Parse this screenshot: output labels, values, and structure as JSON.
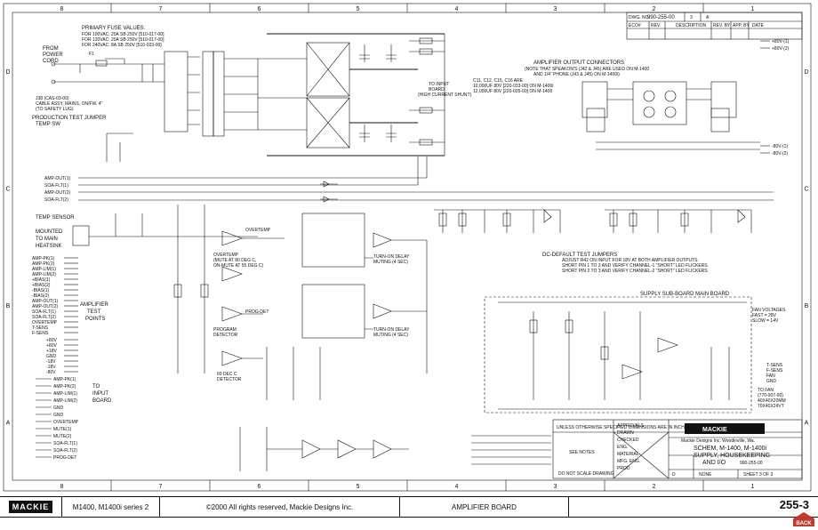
{
  "zones": {
    "columns": [
      "8",
      "7",
      "6",
      "5",
      "4",
      "3",
      "2",
      "1"
    ],
    "rows": [
      "D",
      "C",
      "B",
      "A"
    ]
  },
  "title_block": {
    "dwg_no_label": "DWG. NO.",
    "dwg_no": "990-255-00",
    "sht": "3",
    "rev": "A",
    "revisions_header": [
      "ECO#",
      "REV.",
      "DESCRIPTION",
      "REV. BY",
      "APP. BY",
      "DATE"
    ],
    "company": "Mackie Designs Inc.  Woodinville, Wa.",
    "title_lines": [
      "SCHEM, M-1400, M-1400i",
      "SUPPLY, HOUSEKEEPING",
      "AND I/O"
    ],
    "size": "D",
    "scale": "NONE",
    "sheet": "SHEET 3 OF 3",
    "do_not_scale": "DO NOT SCALE DRAWING",
    "approvals": [
      "APPROVALS",
      "DRAWN",
      "CHECKED",
      "ENG.",
      "MATERIAL",
      "MFG. ENG.",
      "PROD"
    ],
    "sec_notes": "SEE NOTES",
    "unless_note": "UNLESS OTHERWISE SPECIFIED DIMENSIONS ARE IN INCHES"
  },
  "notes": {
    "fuse_title": "PRIMARY FUSE VALUES:",
    "fuse_lines": [
      "FOR 100VAC:  20A SB 250V [510-017-00]",
      "FOR 120VAC:  20A SB 250V [510-017-00]",
      "FOR 240VAC:   8A SB 250V [510-023-00]"
    ],
    "from_cord": [
      "FROM",
      "POWER",
      "CORD"
    ],
    "fuse_ref": "F1",
    "cable_note": [
      "J38 (CAS-03-00)",
      "CABLE ASSY, MAINS, ON/FW. 4\"",
      "(TO SAFETY LUG)"
    ],
    "ptj": "PRODUCTION TEST JUMPER",
    "temp_sw": "TEMP SW",
    "temp_sensor": "TEMP SENSOR",
    "mounted": [
      "MOUNTED",
      "TO MAIN",
      "HEATSINK"
    ],
    "amp_test": [
      "AMPLIFIER",
      "TEST",
      "POINTS"
    ],
    "to_input": [
      "TO",
      "INPUT",
      "BOARD"
    ],
    "to_input_right": [
      "TO INPUT",
      "BOARD",
      "(HIGH CURRENT SHUNT)"
    ],
    "out_conn_title": "AMPLIFIER OUTPUT CONNECTORS",
    "out_conn_note": [
      "(NOTE THAT SPEAKON'S (J42 & J45) ARE USED ON M-1400",
      "AND 1/4\" PHONE (J43 & J45) ON M-1400i)"
    ],
    "cap_note": [
      "C11, C12, C15, C16 ARE",
      "10,000UF 80V [220-033-00] ON M-1400i",
      "12,000UF 80V [220-035-00] ON M-1400"
    ],
    "dc_default_title": "DC-DEFAULT TEST JUMPERS",
    "dc_default_lines": [
      "ADJUST R42 ON INPUT FOR 18V AT BOTH AMPLIFIER OUTPUTS.",
      "SHORT PIN 1 TO 3 AND VERIFY CHANNEL-1 \"SHORT\" LED FLICKERS.",
      "SHORT PIN 2 TO 3 AND VERIFY CHANNEL-2 \"SHORT\" LED FLICKERS."
    ],
    "supply_sub": "SUPPLY SUB-BOARD MAIN BOARD",
    "fan_volt": [
      "FAN VOLTAGES",
      "FAST = 28V",
      "SLOW = 14V"
    ],
    "to_fan": [
      "TO FAN",
      "(770-007-00)",
      "40X40X20MM",
      "70X40X24VT"
    ],
    "overtemp": "OVERTEMP",
    "overtemp_note": [
      "OVERTEMP",
      "(MUTE AT 80 DEG C,",
      "ON-MUTE AT 55 DEG C)"
    ],
    "program": [
      "PROGRAM",
      "DETECTOR"
    ],
    "prog_det": "PROG-DET",
    "dc_det": [
      "60 DEC C",
      "DETECTOR"
    ],
    "turn_on_1": [
      "TURN-ON DELAY",
      "MUTING (4 SEC)"
    ],
    "turn_on_2": [
      "TURN-ON DELAY",
      "MUTING (4 SEC)"
    ]
  },
  "net_labels_left": [
    "AMP-OUT(1)",
    "SOA-FLT(1)",
    "AMP-OUT(2)",
    "SOA-FLT(2)"
  ],
  "io_left": [
    "AMP-PK(1)",
    "AMP-PK(2)",
    "AMP-LIM(1)",
    "AMP-LIM(2)",
    "+BIAS(1)",
    "+BIAS(2)",
    "-BIAS(1)",
    "-BIAS(2)",
    "AMP-OUT(1)",
    "AMP-OUT(2)",
    "SOA-FLT(1)",
    "SOA-FLT(2)",
    "OVERTEMP",
    "T-SENS",
    "F-SENS"
  ],
  "io_left_b": [
    "+80V",
    "+80V",
    "+18V",
    "GND",
    "-18V",
    "-18V",
    "-80V"
  ],
  "io_left_c": [
    "AMP-PK(1)",
    "AMP-PK(2)",
    "AMP-LIM(1)",
    "AMP-LIM(2)",
    "GND",
    "GND",
    "OVERTEMP",
    "MUTE(1)",
    "MUTE(2)",
    "SOA-FLT(1)",
    "SOA-FLT(2)",
    "PROG-DET"
  ],
  "rails_right": [
    "+80V-(1)",
    "+80V-(2)",
    "-80V-(1)",
    "-80V-(2)"
  ],
  "diag_right": [
    "T-SENS",
    "F-SENS",
    "FAN",
    "GND"
  ],
  "footer": {
    "logo": "MACKIE",
    "model": "M1400, M1400i series 2",
    "copyright": "©2000 All rights reserved, Mackie Designs Inc.",
    "board": "AMPLIFIER BOARD",
    "page": "255-3",
    "back": "BACK"
  }
}
